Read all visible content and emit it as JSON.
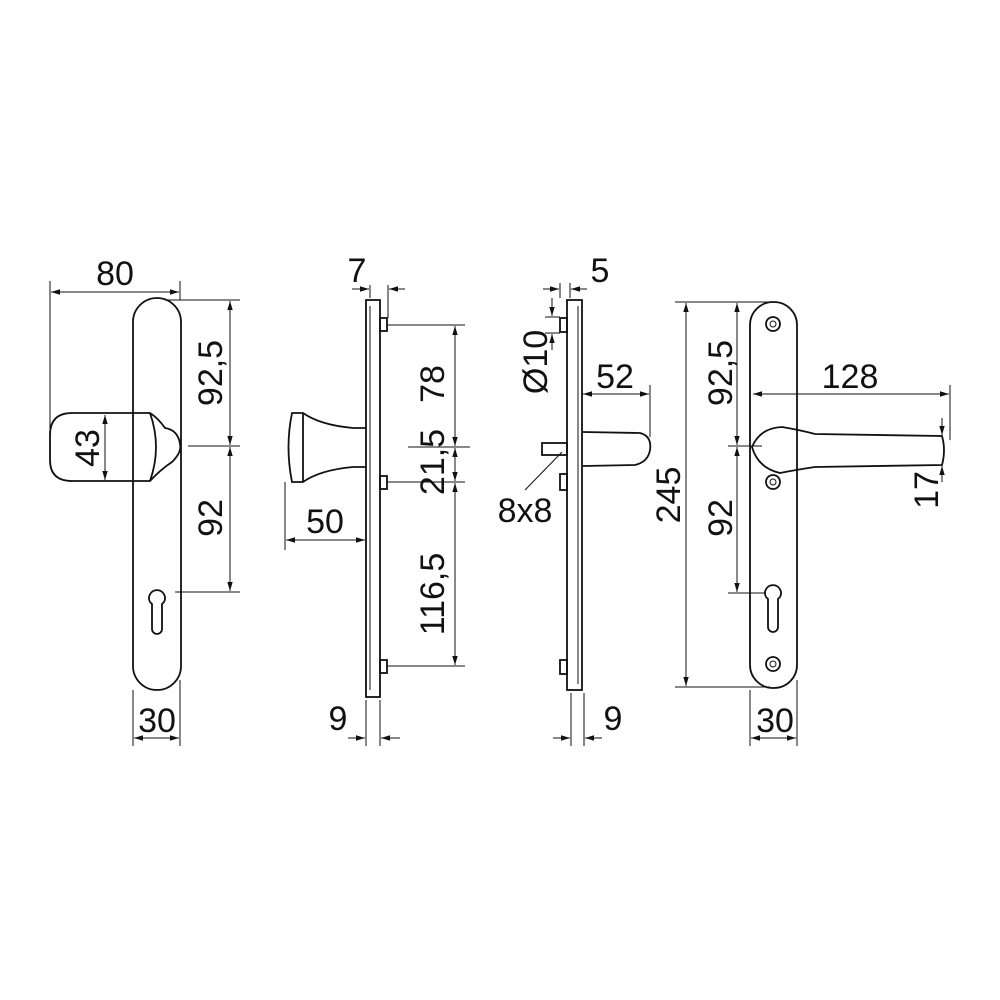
{
  "drawing": {
    "view_front_knob": {
      "width": "80",
      "upper": "92,5",
      "lower": "92",
      "knob_height": "43",
      "plate_width": "30"
    },
    "view_side_knob": {
      "plate_thickness": "7",
      "pin_to_spindle": "78",
      "spindle_offset": "21,5",
      "pin_to_pin": "116,5",
      "projection": "50",
      "base_depth": "9"
    },
    "view_side_lever": {
      "plate_thickness": "5",
      "pin_diameter": "Ø10",
      "projection": "52",
      "spindle": "8x8",
      "base_depth": "9"
    },
    "view_front_lever": {
      "height": "245",
      "upper": "92,5",
      "lower": "92",
      "lever_length": "128",
      "lever_tip": "17",
      "plate_width": "30"
    }
  }
}
